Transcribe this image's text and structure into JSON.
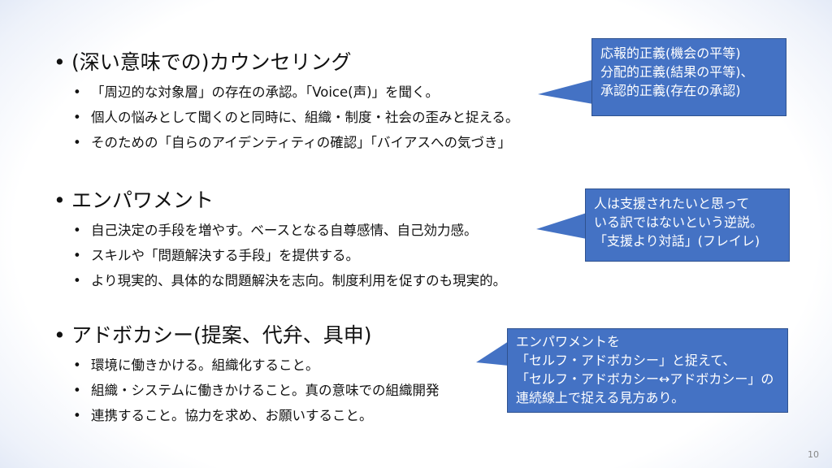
{
  "sections": [
    {
      "heading": "(深い意味での)カウンセリング",
      "bullets": [
        "「周辺的な対象層」の存在の承認。「Voice(声)」を聞く。",
        "個人の悩みとして聞くのと同時に、組織・制度・社会の歪みと捉える。",
        "そのための「自らのアイデンティティの確認」「バイアスへの気づき」"
      ]
    },
    {
      "heading": "エンパワメント",
      "bullets": [
        "自己決定の手段を増やす。ベースとなる自尊感情、自己効力感。",
        "スキルや「問題解決する手段」を提供する。",
        "より現実的、具体的な問題解決を志向。制度利用を促すのも現実的。"
      ]
    },
    {
      "heading": "アドボカシー(提案、代弁、具申)",
      "bullets": [
        "環境に働きかける。組織化すること。",
        "組織・システムに働きかけること。真の意味での組織開発",
        "連携すること。協力を求め、お願いすること。"
      ]
    }
  ],
  "callouts": [
    {
      "lines": [
        "応報的正義(機会の平等)",
        "分配的正義(結果の平等)、",
        "承認的正義(存在の承認)"
      ]
    },
    {
      "lines": [
        "人は支援されたいと思って",
        "いる訳ではないという逆説。",
        "「支援より対話」(フレイレ)"
      ]
    },
    {
      "lines": [
        "エンパワメントを",
        "「セルフ・アドボカシー」と捉えて、",
        "「セルフ・アドボカシー↔アドボカシー」の",
        "連続線上で捉える見方あり。"
      ]
    }
  ],
  "page_number": "10",
  "colors": {
    "callout_fill": "#4472c4",
    "callout_border": "#2f528f",
    "text": "#111111"
  }
}
